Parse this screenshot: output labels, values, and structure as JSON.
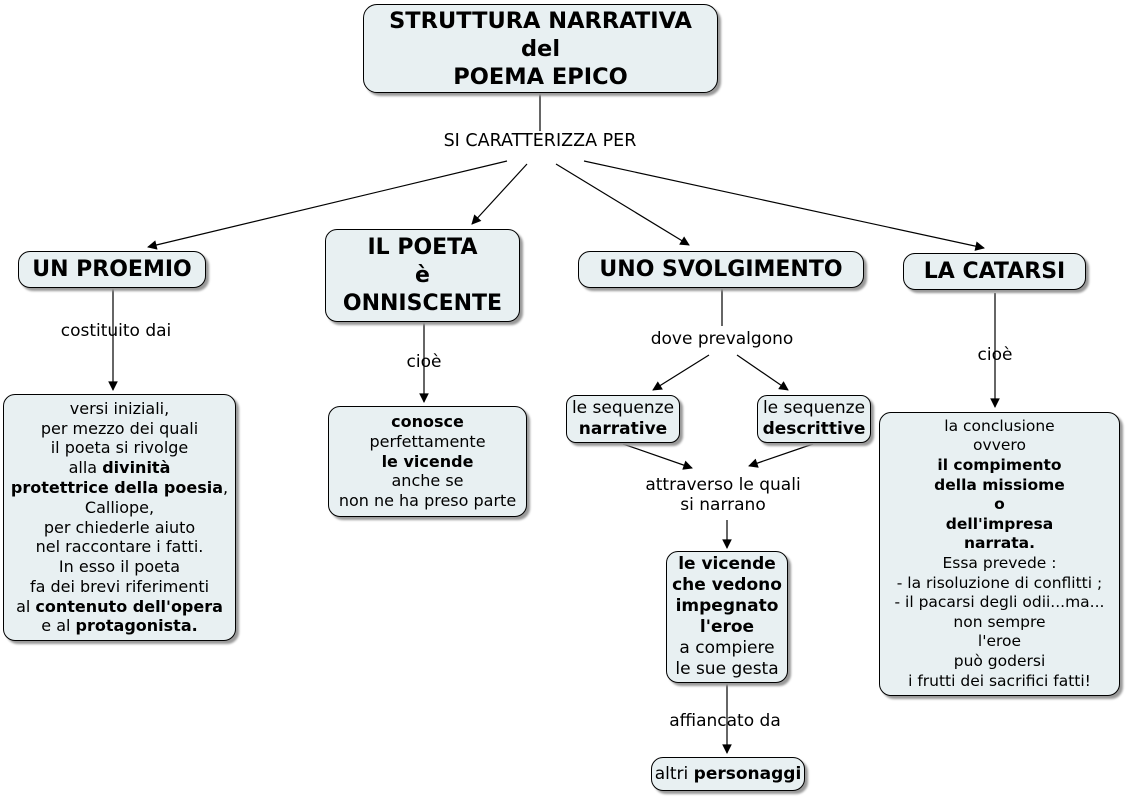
{
  "colors": {
    "background": "#ffffff",
    "box_fill": "#e8f0f2",
    "box_border": "#000000",
    "shadow": "#999999",
    "text": "#000000"
  },
  "title": {
    "lines": [
      "STRUTTURA NARRATIVA",
      "del",
      "POEMA EPICO"
    ]
  },
  "links": {
    "caratterizza": "SI CARATTERIZZA PER",
    "costituito": "costituito dai",
    "cioe_poeta": "cioè",
    "dove_prevalgono": "dove prevalgono",
    "attraverso": [
      "attraverso le quali",
      "si narrano"
    ],
    "affiancato": "affiancato da",
    "cioe_catarsi": "cioè"
  },
  "nodes": {
    "proemio": {
      "label": "UN PROEMIO"
    },
    "poeta": {
      "lines": [
        "IL POETA",
        "è",
        "ONNISCENTE"
      ]
    },
    "svolgimento": {
      "label": "UNO SVOLGIMENTO"
    },
    "catarsi": {
      "label": "LA CATARSI"
    },
    "proemio_detail": {
      "lines": [
        [
          {
            "t": "versi iniziali,"
          }
        ],
        [
          {
            "t": "per mezzo dei quali"
          }
        ],
        [
          {
            "t": "il poeta si rivolge"
          }
        ],
        [
          {
            "t": "alla "
          },
          {
            "t": "divinità",
            "b": true
          }
        ],
        [
          {
            "t": "protettrice della poesia",
            "b": true
          },
          {
            "t": ","
          }
        ],
        [
          {
            "t": "Calliope,"
          }
        ],
        [
          {
            "t": "per chiederle aiuto"
          }
        ],
        [
          {
            "t": "nel raccontare i fatti."
          }
        ],
        [
          {
            "t": "In esso il poeta"
          }
        ],
        [
          {
            "t": "fa dei brevi riferimenti"
          }
        ],
        [
          {
            "t": "al "
          },
          {
            "t": "contenuto dell'opera",
            "b": true
          }
        ],
        [
          {
            "t": "e al "
          },
          {
            "t": "protagonista.",
            "b": true
          }
        ]
      ]
    },
    "conosce": {
      "lines": [
        [
          {
            "t": "conosce",
            "b": true
          }
        ],
        [
          {
            "t": "perfettamente"
          }
        ],
        [
          {
            "t": "le vicende",
            "b": true
          }
        ],
        [
          {
            "t": "anche se"
          }
        ],
        [
          {
            "t": "non ne ha preso parte"
          }
        ]
      ]
    },
    "sequenze_narrative": {
      "lines": [
        [
          {
            "t": "le sequenze"
          }
        ],
        [
          {
            "t": "narrative",
            "b": true
          }
        ]
      ]
    },
    "sequenze_descrittive": {
      "lines": [
        [
          {
            "t": "le sequenze"
          }
        ],
        [
          {
            "t": "descrittive",
            "b": true
          }
        ]
      ]
    },
    "vicende_eroe": {
      "lines": [
        [
          {
            "t": "le vicende",
            "b": true
          }
        ],
        [
          {
            "t": "che vedono",
            "b": true
          }
        ],
        [
          {
            "t": "impegnato",
            "b": true
          }
        ],
        [
          {
            "t": "l'eroe",
            "b": true
          }
        ],
        [
          {
            "t": "a compiere"
          }
        ],
        [
          {
            "t": "le sue gesta"
          }
        ]
      ]
    },
    "catarsi_detail": {
      "lines": [
        [
          {
            "t": "la conclusione"
          }
        ],
        [
          {
            "t": "ovvero"
          }
        ],
        [
          {
            "t": "il compimento",
            "b": true
          }
        ],
        [
          {
            "t": "della missiome",
            "b": true
          }
        ],
        [
          {
            "t": "o",
            "b": true
          }
        ],
        [
          {
            "t": "dell'impresa",
            "b": true
          }
        ],
        [
          {
            "t": "narrata.",
            "b": true
          }
        ],
        [
          {
            "t": "Essa prevede :"
          }
        ],
        [
          {
            "t": "- la risoluzione di conflitti ;"
          }
        ],
        [
          {
            "t": "- il pacarsi degli odii...ma..."
          }
        ],
        [
          {
            "t": "non sempre"
          }
        ],
        [
          {
            "t": "l'eroe"
          }
        ],
        [
          {
            "t": "può godersi"
          }
        ],
        [
          {
            "t": "i frutti dei sacrifici fatti!"
          }
        ]
      ]
    },
    "personaggi": {
      "lines": [
        [
          {
            "t": "altri "
          },
          {
            "t": "personaggi",
            "b": true
          }
        ]
      ]
    }
  }
}
